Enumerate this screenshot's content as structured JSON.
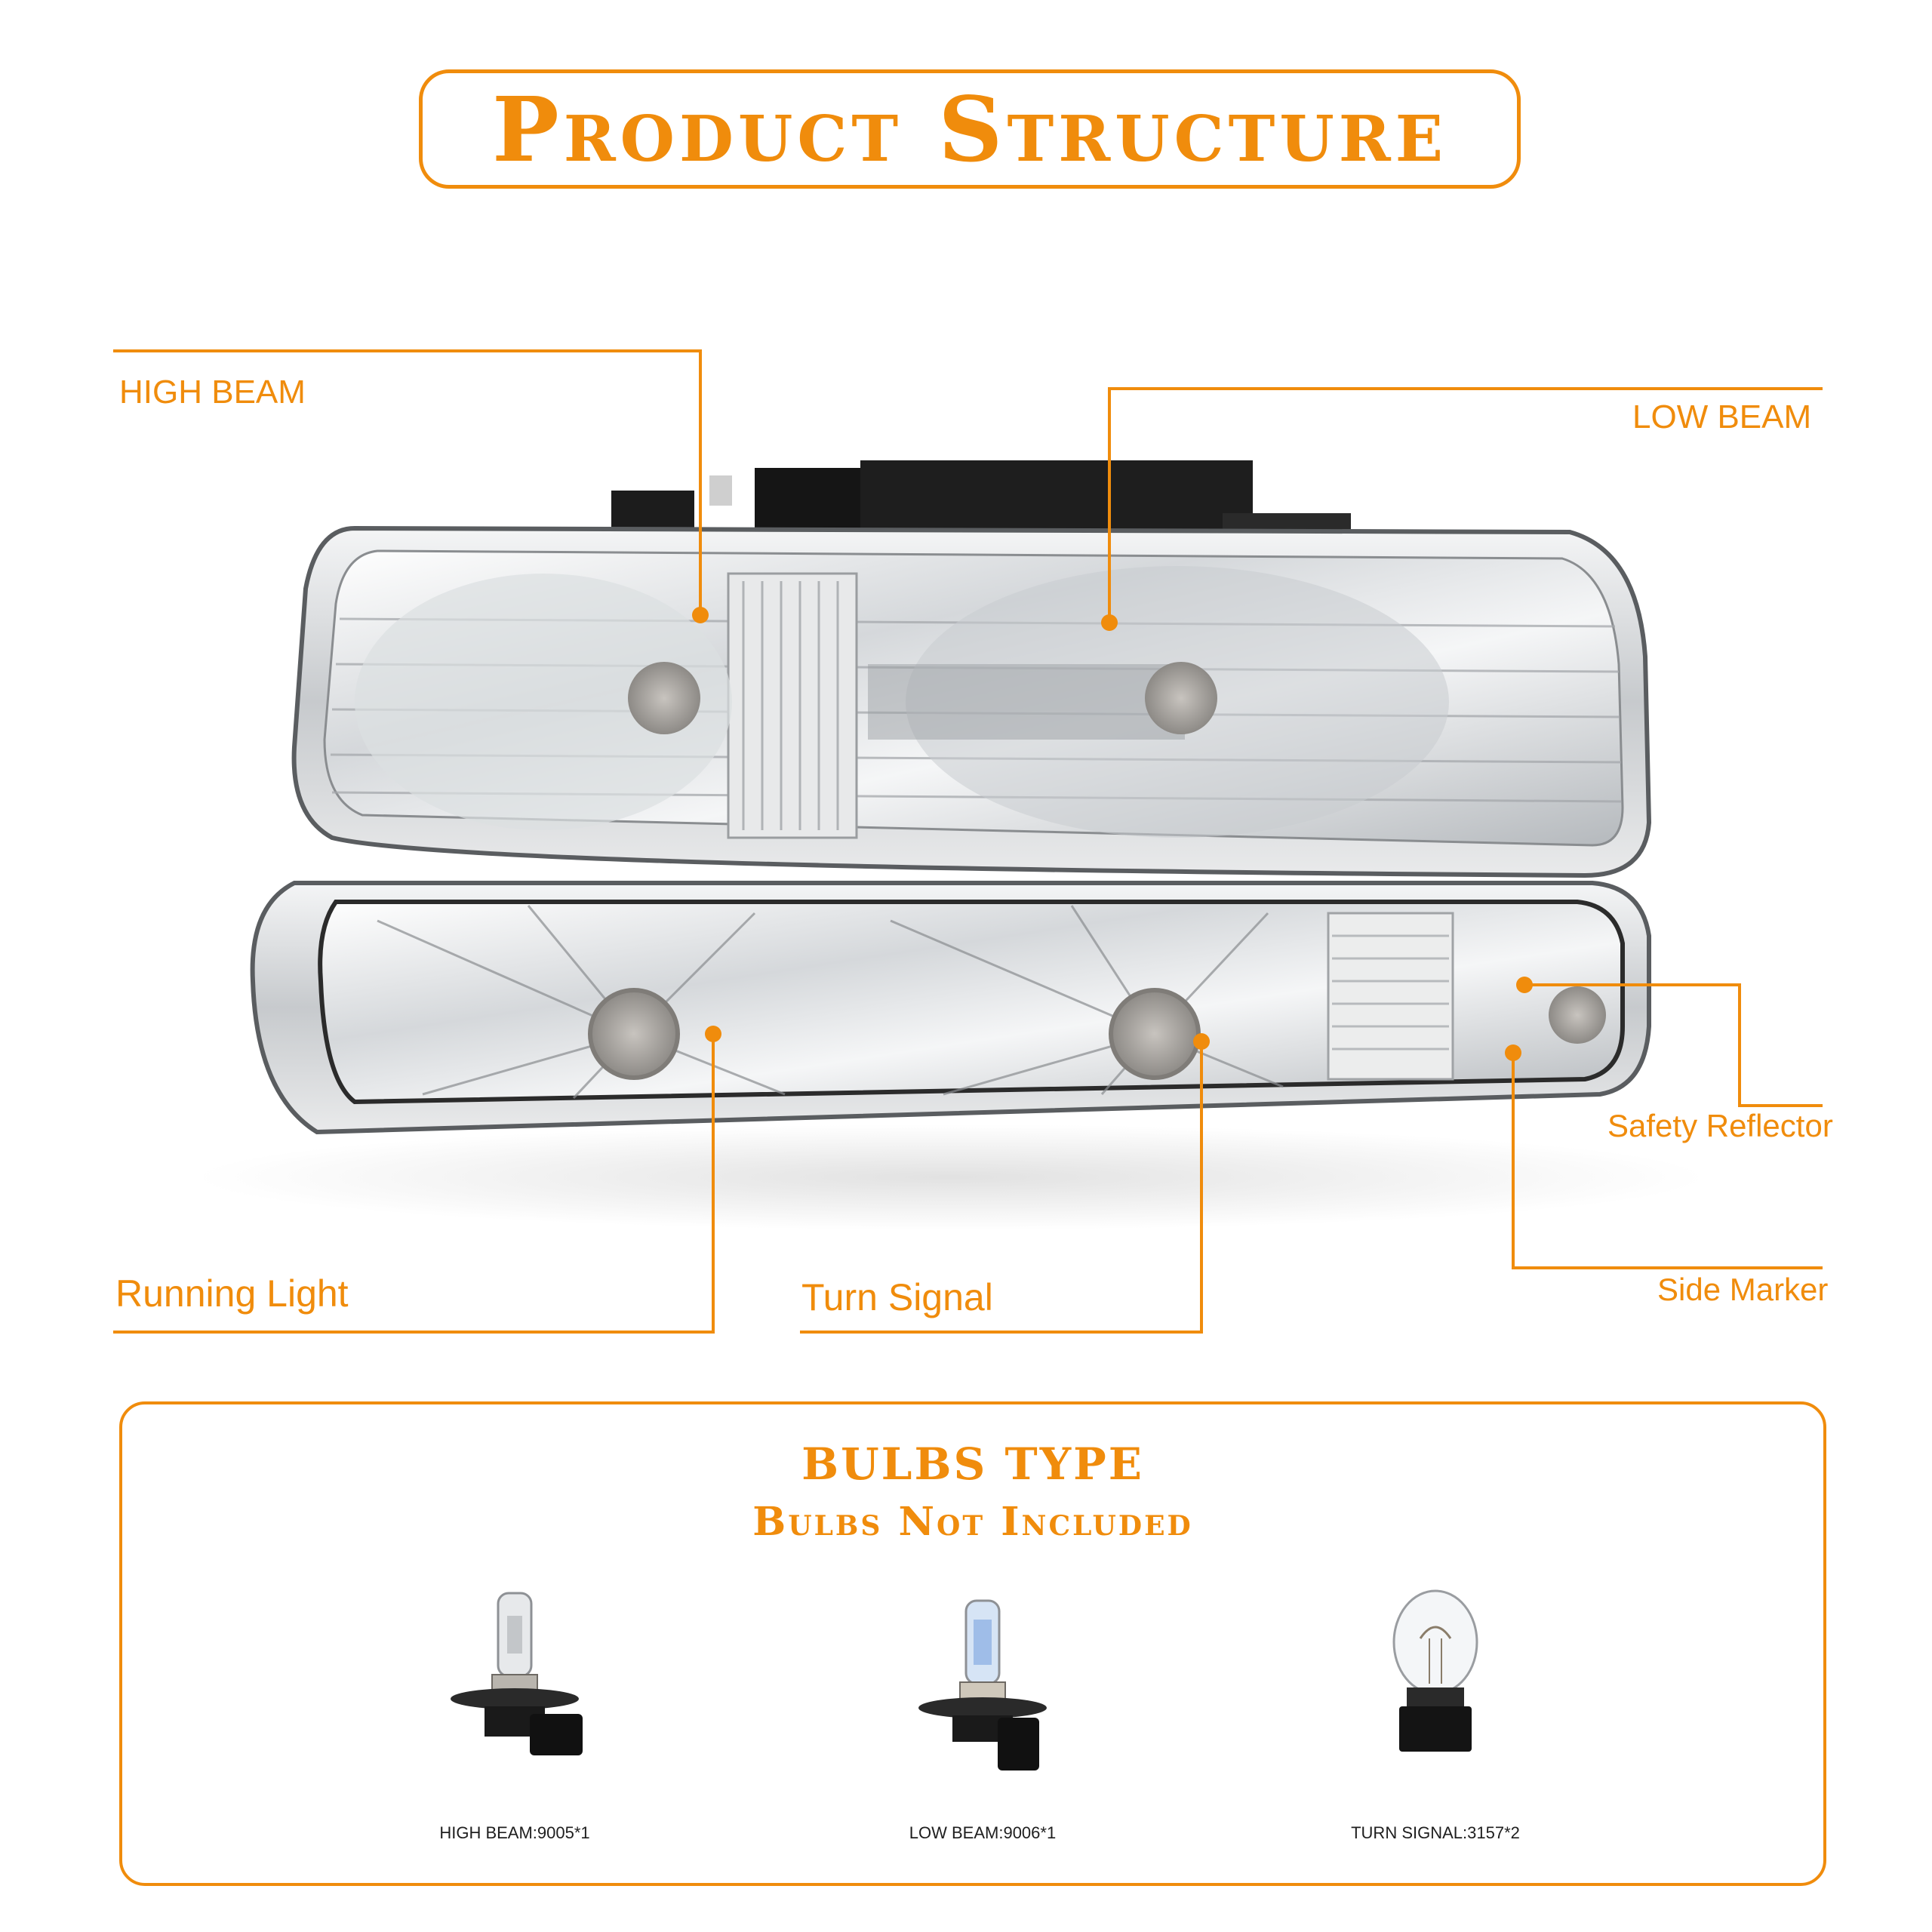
{
  "header": {
    "title": "Product Structure"
  },
  "callouts": {
    "high_beam": "HIGH BEAM",
    "low_beam": "LOW BEAM",
    "safety_reflector": "Safety Reflector",
    "running_light": "Running Light",
    "turn_signal": "Turn Signal",
    "side_marker": "Side Marker"
  },
  "bulbs": {
    "title": "BULBS TYPE",
    "subtitle": "Bulbs Not Included",
    "items": [
      {
        "caption": "HIGH BEAM:9005*1",
        "icon": "halogen-bulb-9005-icon"
      },
      {
        "caption": "LOW BEAM:9006*1",
        "icon": "halogen-bulb-9006-icon"
      },
      {
        "caption": "TURN SIGNAL:3157*2",
        "icon": "wedge-bulb-3157-icon"
      }
    ]
  },
  "colors": {
    "accent": "#f08c0c",
    "chrome": "#b9bcc0",
    "text": "#1e1e1e"
  }
}
